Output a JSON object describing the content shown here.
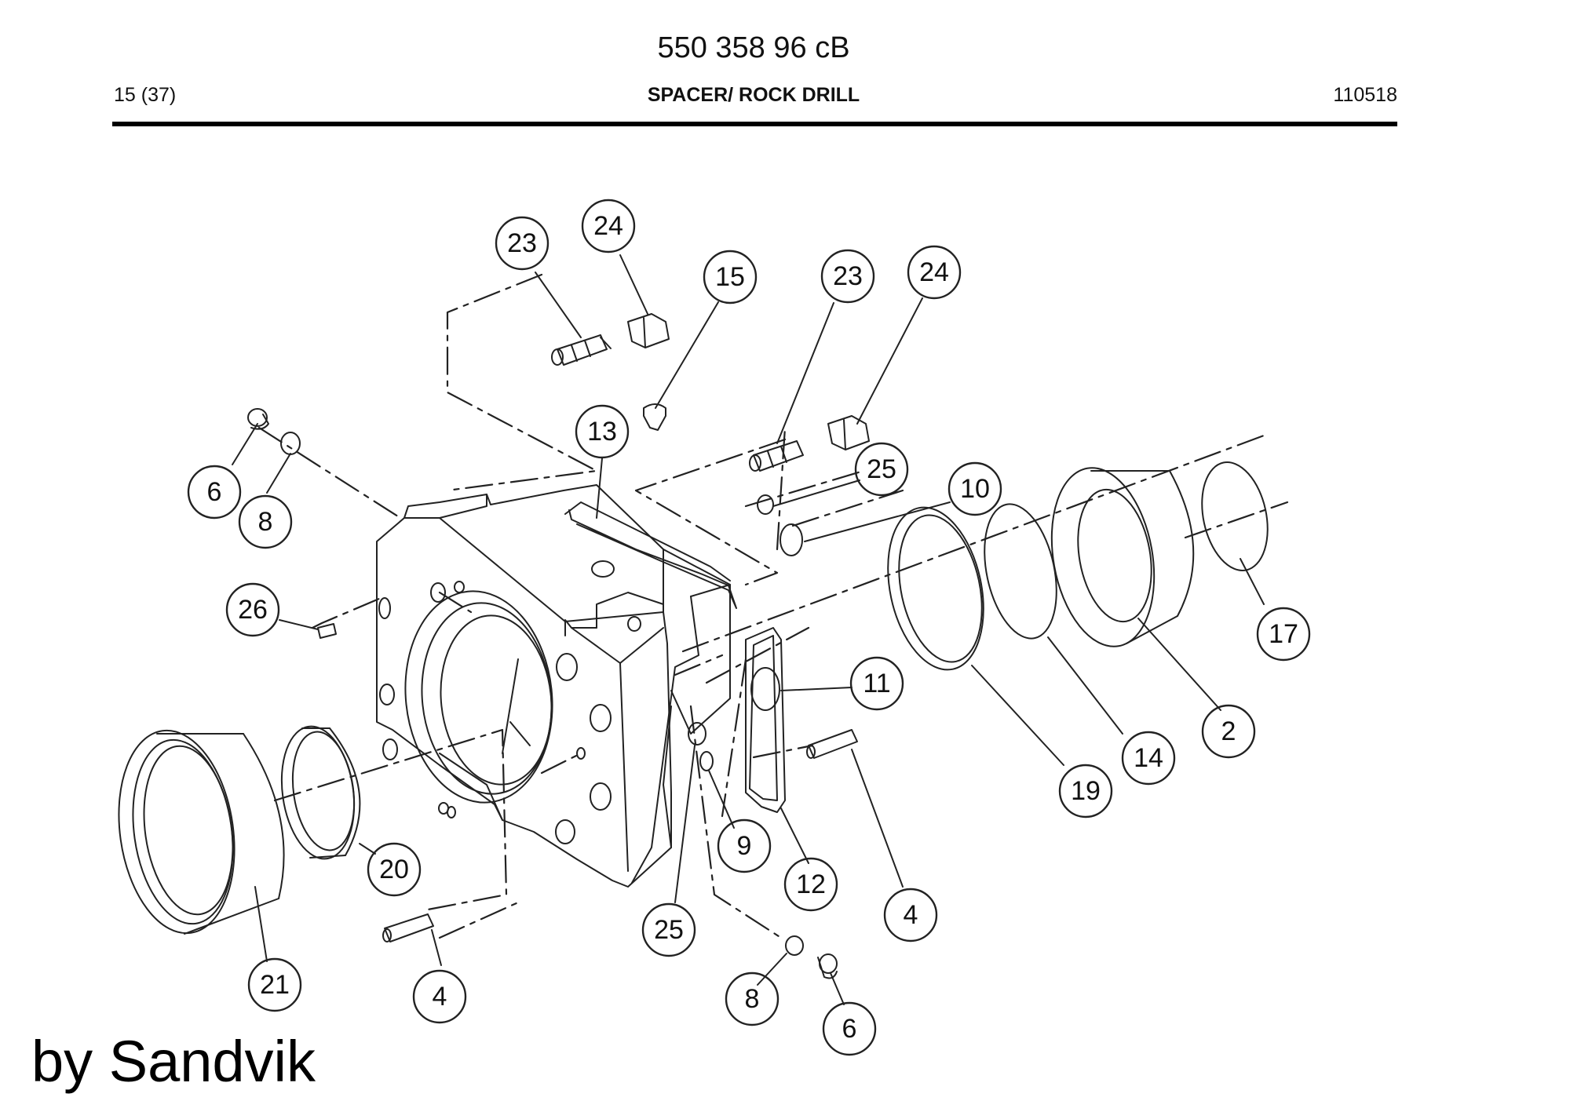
{
  "header": {
    "doc_number": "550 358 96 cB",
    "page": "15 (37)",
    "title": "SPACER/ ROCK DRILL",
    "date_code": "110518"
  },
  "credit": "by Sandvik",
  "callouts": [
    "23",
    "24",
    "15",
    "23",
    "24",
    "13",
    "6",
    "8",
    "25",
    "10",
    "26",
    "11",
    "17",
    "2",
    "14",
    "19",
    "9",
    "12",
    "20",
    "4",
    "25",
    "21",
    "4",
    "8",
    "6"
  ]
}
